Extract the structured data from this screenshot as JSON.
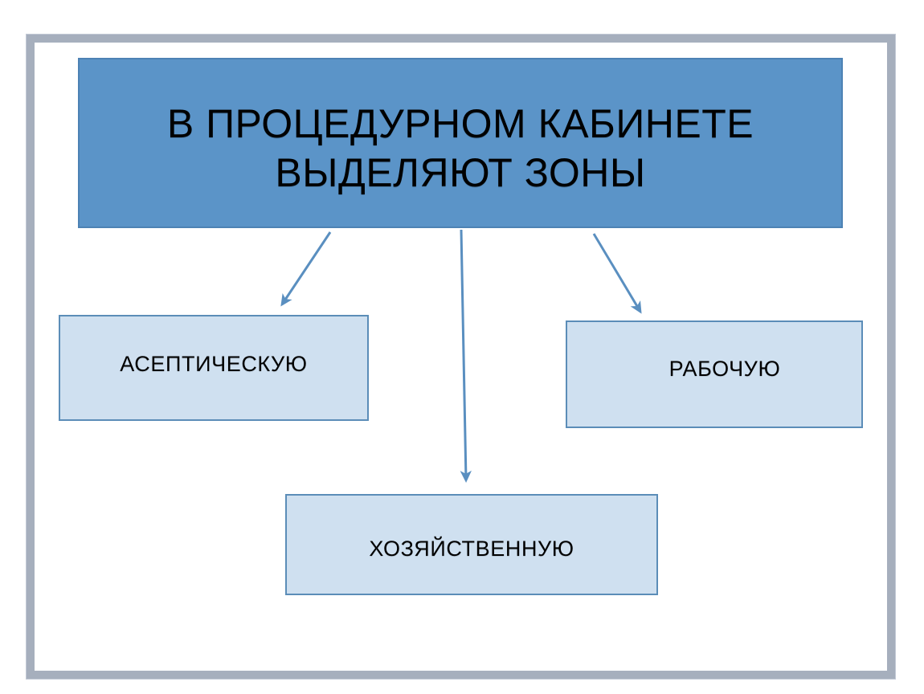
{
  "slide": {
    "title": "В ПРОЦЕДУРНОМ КАБИНЕТЕ ВЫДЕЛЯЮТ ЗОНЫ",
    "background_color": "#ffffff",
    "frame_color": "#a6afbd"
  },
  "diagram": {
    "type": "hierarchy",
    "root": {
      "id": "root",
      "label_line1": "В ПРОЦЕДУРНОМ КАБИНЕТЕ",
      "label_line2": "ВЫДЕЛЯЮТ ЗОНЫ",
      "fill_color": "#5b94c8",
      "border_color": "#4d82b4",
      "text_color": "#000000"
    },
    "children": [
      {
        "id": "aseptic",
        "label": "АСЕПТИЧЕСКУЮ",
        "fill_color": "#cfe0f0",
        "border_color": "#5b8db8",
        "text_color": "#000000"
      },
      {
        "id": "utility",
        "label": "ХОЗЯЙСТВЕННУЮ",
        "fill_color": "#cfe0f0",
        "border_color": "#5b8db8",
        "text_color": "#000000"
      },
      {
        "id": "working",
        "label": "РАБОЧУЮ",
        "fill_color": "#cfe0f0",
        "border_color": "#5b8db8",
        "text_color": "#000000"
      }
    ],
    "connectors": {
      "color": "#5a8fc0",
      "style": "single-arrow",
      "count": 3
    }
  }
}
